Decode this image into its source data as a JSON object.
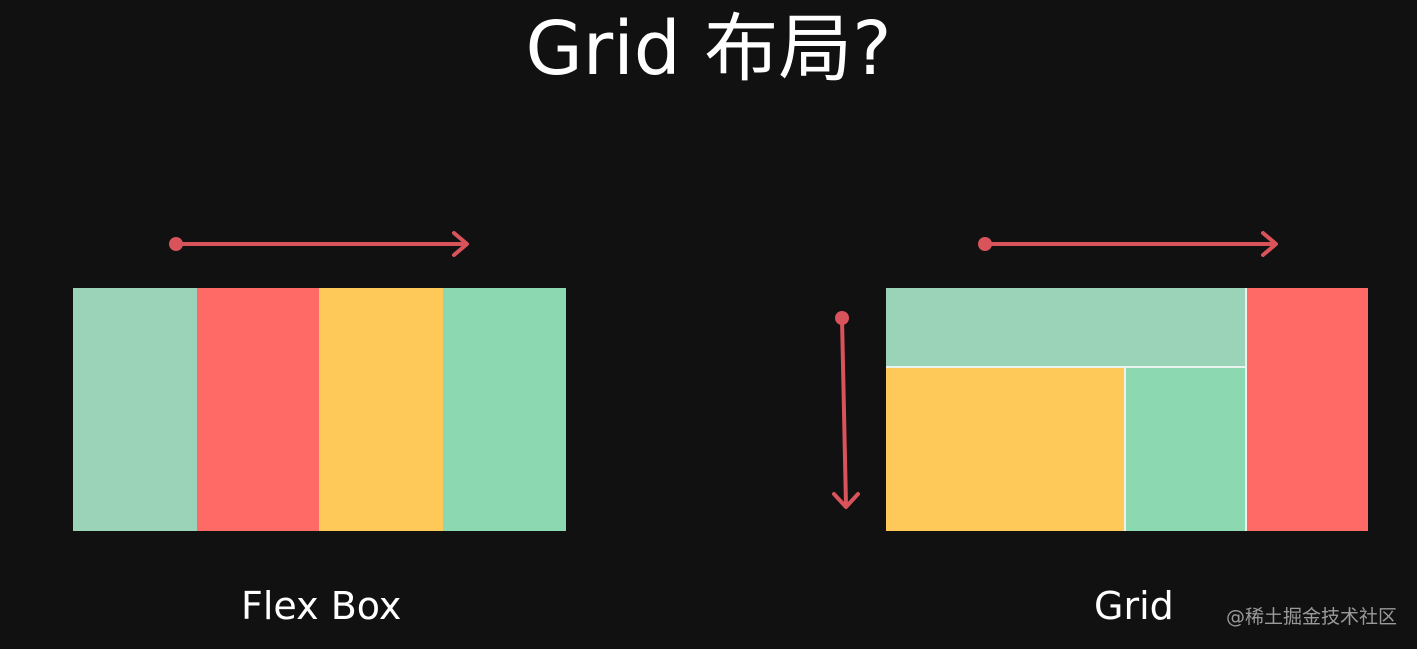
{
  "title": "Grid 布局?",
  "flexbox": {
    "label": "Flex Box",
    "items": [
      {
        "color": "#9bd3b8"
      },
      {
        "color": "#ff6a67"
      },
      {
        "color": "#ffc95a"
      },
      {
        "color": "#8cd8b0"
      }
    ]
  },
  "grid": {
    "label": "Grid",
    "cells": {
      "top": {
        "color": "#9bd3b8"
      },
      "left": {
        "color": "#ffc95a"
      },
      "mid": {
        "color": "#8cd8b0"
      },
      "right": {
        "color": "#ff6a67"
      }
    }
  },
  "arrow_color": "#d9535a",
  "watermark": "@稀土掘金技术社区"
}
